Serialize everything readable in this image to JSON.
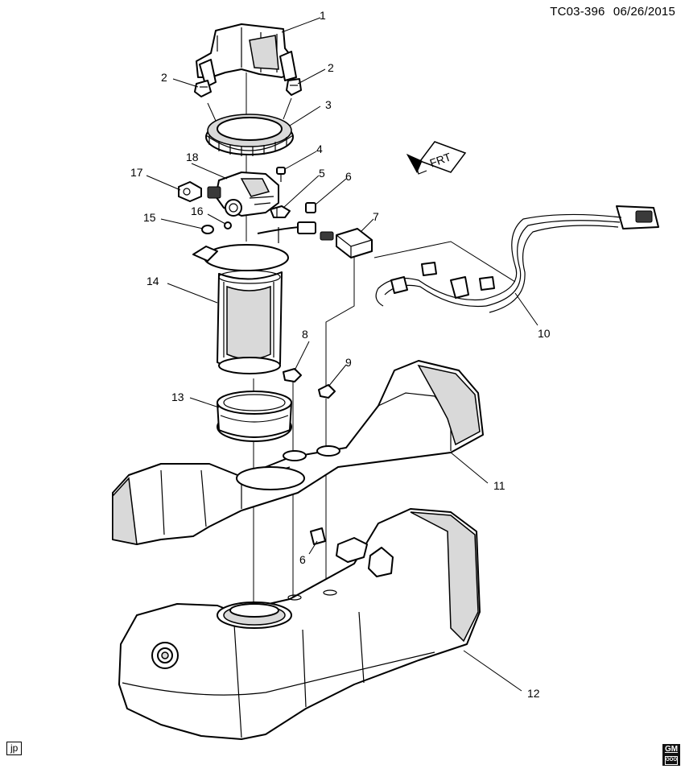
{
  "header": {
    "code": "TC03-396",
    "date": "06/26/2015"
  },
  "footer": {
    "author": "jp",
    "logo_text": "GM",
    "logo_subtext": "OOO"
  },
  "callouts": [
    "1",
    "2",
    "2",
    "3",
    "4",
    "5",
    "6",
    "7",
    "8",
    "9",
    "10",
    "11",
    "12",
    "13",
    "14",
    "15",
    "16",
    "17",
    "18",
    "6"
  ],
  "direction_marker": {
    "text": "FRT"
  }
}
